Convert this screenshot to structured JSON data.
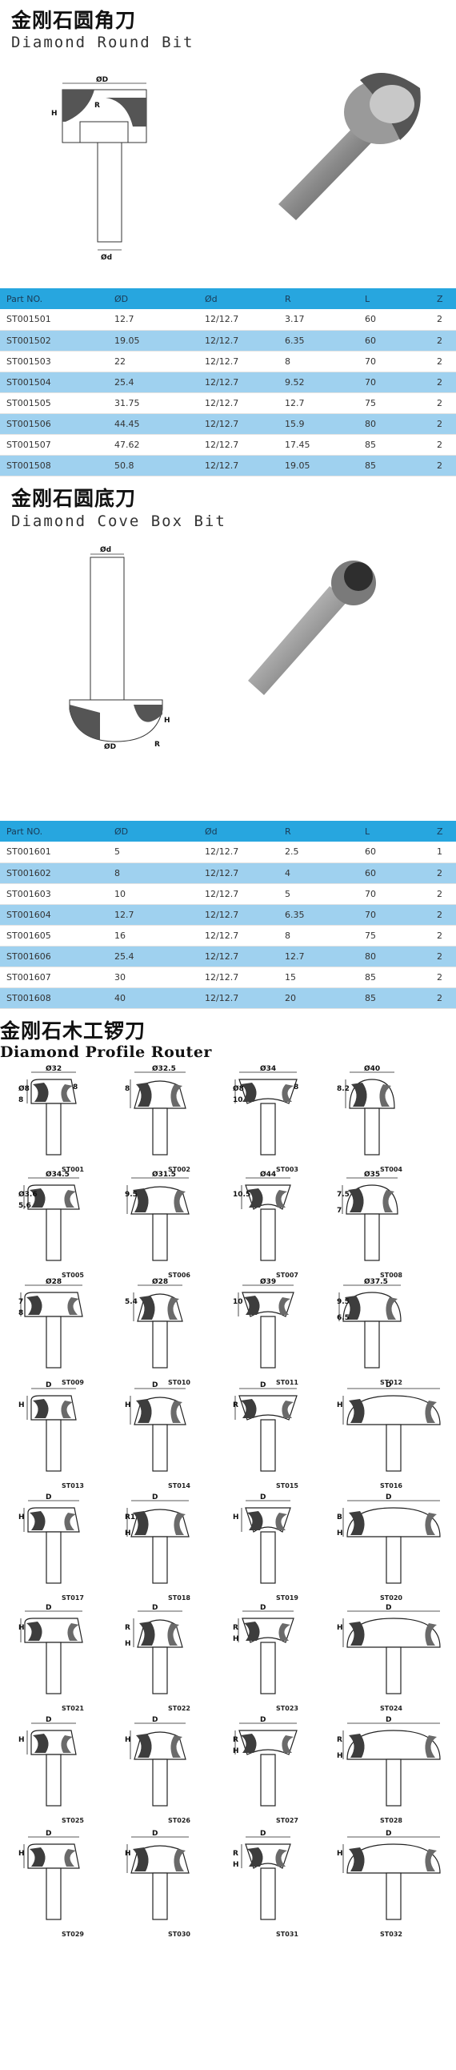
{
  "section1": {
    "title_cn": "金刚石圆角刀",
    "title_en": "Diamond Round Bit",
    "diagram_labels": {
      "D": "ØD",
      "d": "Ød",
      "R": "R",
      "H": "H"
    },
    "table": {
      "headers": [
        "Part NO.",
        "ØD",
        "Ød",
        "R",
        "L",
        "Z"
      ],
      "rows": [
        [
          "ST001501",
          "12.7",
          "12/12.7",
          "3.17",
          "60",
          "2"
        ],
        [
          "ST001502",
          "19.05",
          "12/12.7",
          "6.35",
          "60",
          "2"
        ],
        [
          "ST001503",
          "22",
          "12/12.7",
          "8",
          "70",
          "2"
        ],
        [
          "ST001504",
          "25.4",
          "12/12.7",
          "9.52",
          "70",
          "2"
        ],
        [
          "ST001505",
          "31.75",
          "12/12.7",
          "12.7",
          "75",
          "2"
        ],
        [
          "ST001506",
          "44.45",
          "12/12.7",
          "15.9",
          "80",
          "2"
        ],
        [
          "ST001507",
          "47.62",
          "12/12.7",
          "17.45",
          "85",
          "2"
        ],
        [
          "ST001508",
          "50.8",
          "12/12.7",
          "19.05",
          "85",
          "2"
        ]
      ]
    }
  },
  "section2": {
    "title_cn": "金刚石圆底刀",
    "title_en": "Diamond Cove Box Bit",
    "diagram_labels": {
      "D": "ØD",
      "d": "Ød",
      "R": "R",
      "H": "H"
    },
    "table": {
      "headers": [
        "Part NO.",
        "ØD",
        "Ød",
        "R",
        "L",
        "Z"
      ],
      "rows": [
        [
          "ST001601",
          "5",
          "12/12.7",
          "2.5",
          "60",
          "1"
        ],
        [
          "ST001602",
          "8",
          "12/12.7",
          "4",
          "60",
          "2"
        ],
        [
          "ST001603",
          "10",
          "12/12.7",
          "5",
          "70",
          "2"
        ],
        [
          "ST001604",
          "12.7",
          "12/12.7",
          "6.35",
          "70",
          "2"
        ],
        [
          "ST001605",
          "16",
          "12/12.7",
          "8",
          "75",
          "2"
        ],
        [
          "ST001606",
          "25.4",
          "12/12.7",
          "12.7",
          "80",
          "2"
        ],
        [
          "ST001607",
          "30",
          "12/12.7",
          "15",
          "85",
          "2"
        ],
        [
          "ST001608",
          "40",
          "12/12.7",
          "20",
          "85",
          "2"
        ]
      ]
    }
  },
  "section3": {
    "title_cn": "金刚石木工锣刀",
    "title_en": "Diamond Profile Router",
    "bits": [
      {
        "code": "ST001",
        "dims": [
          "Ø32",
          "Ø8",
          "8",
          "8"
        ]
      },
      {
        "code": "ST002",
        "dims": [
          "Ø32.5",
          "8"
        ]
      },
      {
        "code": "ST003",
        "dims": [
          "Ø34",
          "Ø8",
          "10",
          "8"
        ]
      },
      {
        "code": "ST004",
        "dims": [
          "Ø40",
          "8.2"
        ]
      },
      {
        "code": "ST005",
        "dims": [
          "Ø34.5",
          "Ø3.6",
          "5.6"
        ]
      },
      {
        "code": "ST006",
        "dims": [
          "Ø31.5",
          "9.5"
        ]
      },
      {
        "code": "ST007",
        "dims": [
          "Ø44",
          "10.5"
        ]
      },
      {
        "code": "ST008",
        "dims": [
          "Ø35",
          "7.5",
          "7"
        ]
      },
      {
        "code": "ST009",
        "dims": [
          "Ø28",
          "7",
          "8"
        ]
      },
      {
        "code": "ST010",
        "dims": [
          "Ø28",
          "5.4"
        ]
      },
      {
        "code": "ST011",
        "dims": [
          "Ø39",
          "10"
        ]
      },
      {
        "code": "ST012",
        "dims": [
          "Ø37.5",
          "9.5",
          "6.5"
        ]
      },
      {
        "code": "ST013",
        "dims": [
          "D",
          "H"
        ]
      },
      {
        "code": "ST014",
        "dims": [
          "D",
          "H"
        ]
      },
      {
        "code": "ST015",
        "dims": [
          "D",
          "R"
        ]
      },
      {
        "code": "ST016",
        "dims": [
          "D",
          "H"
        ]
      },
      {
        "code": "ST017",
        "dims": [
          "D",
          "H"
        ]
      },
      {
        "code": "ST018",
        "dims": [
          "D",
          "R1",
          "H"
        ]
      },
      {
        "code": "ST019",
        "dims": [
          "D",
          "H"
        ]
      },
      {
        "code": "ST020",
        "dims": [
          "D",
          "B",
          "H"
        ]
      },
      {
        "code": "ST021",
        "dims": [
          "D",
          "H"
        ]
      },
      {
        "code": "ST022",
        "dims": [
          "D",
          "R",
          "H"
        ]
      },
      {
        "code": "ST023",
        "dims": [
          "D",
          "R",
          "H"
        ]
      },
      {
        "code": "ST024",
        "dims": [
          "D",
          "H"
        ]
      },
      {
        "code": "ST025",
        "dims": [
          "D",
          "H"
        ]
      },
      {
        "code": "ST026",
        "dims": [
          "D",
          "H"
        ]
      },
      {
        "code": "ST027",
        "dims": [
          "D",
          "R",
          "H"
        ]
      },
      {
        "code": "ST028",
        "dims": [
          "D",
          "R",
          "H"
        ]
      },
      {
        "code": "ST029",
        "dims": [
          "D",
          "H"
        ]
      },
      {
        "code": "ST030",
        "dims": [
          "D",
          "H"
        ]
      },
      {
        "code": "ST031",
        "dims": [
          "D",
          "R",
          "H"
        ]
      },
      {
        "code": "ST032",
        "dims": [
          "D",
          "H"
        ]
      }
    ]
  },
  "colors": {
    "header": "#27a6df",
    "highlight": "#9fd1ef",
    "metal": "#8d8d8d",
    "carbide": "#3d3d3d"
  }
}
